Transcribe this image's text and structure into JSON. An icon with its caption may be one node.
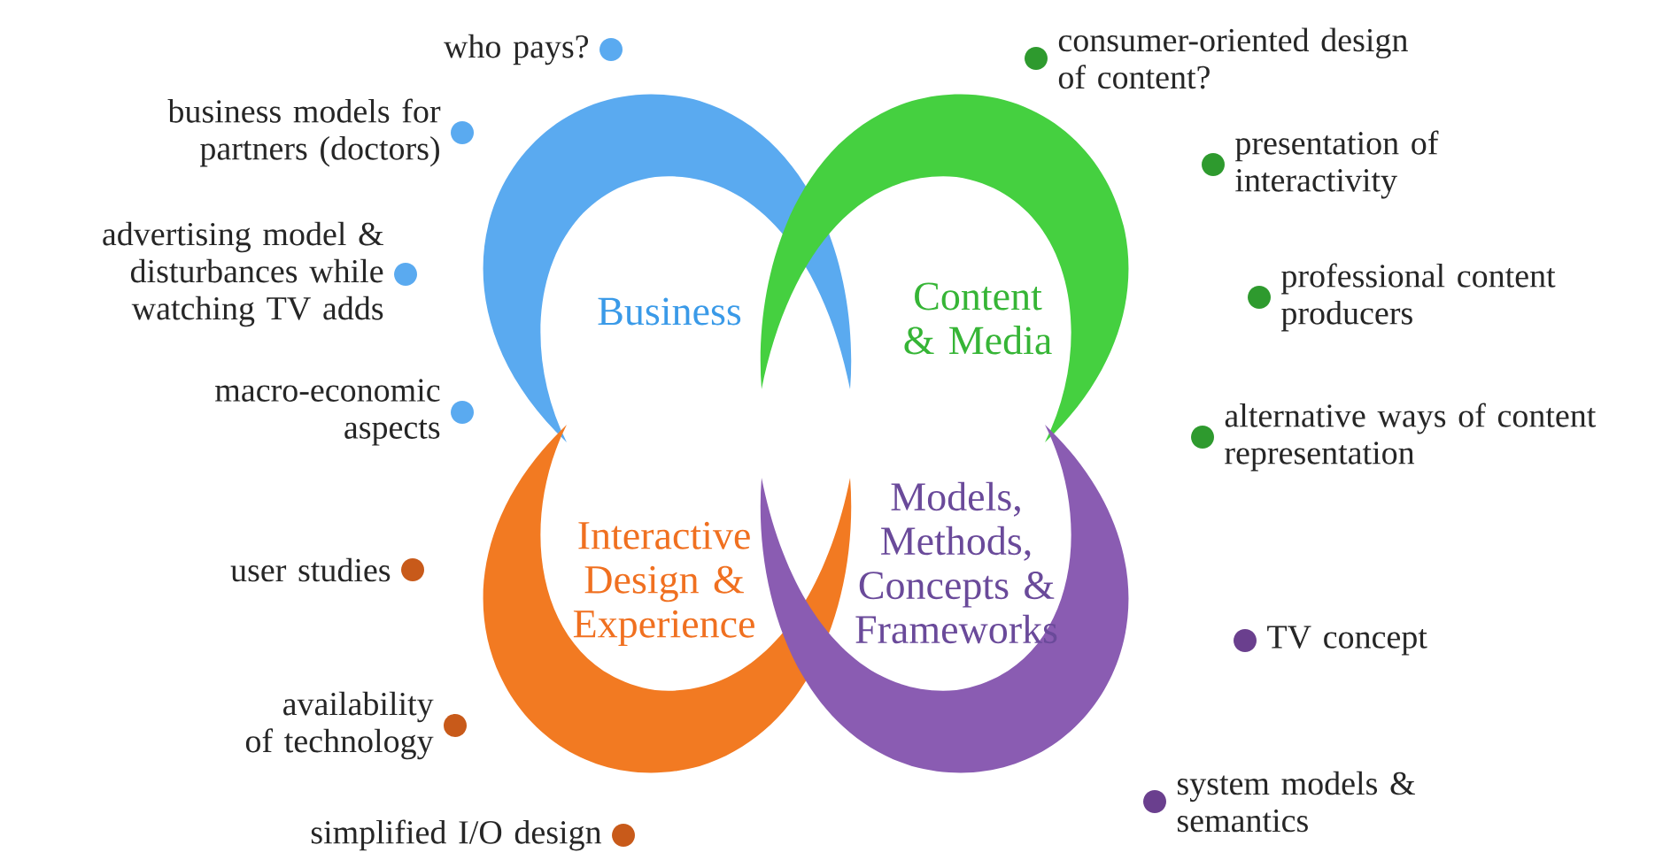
{
  "diagram": {
    "nodes": [
      {
        "text": [
          "Business"
        ]
      },
      {
        "text": [
          "Content & Media"
        ]
      },
      {
        "text": [
          "Interactive Design & Experience"
        ]
      },
      {
        "text": [
          "Models, Methods, Concepts & Frameworks"
        ]
      }
    ],
    "labels": [
      "who pays?",
      "business models for partners (doctors)",
      "advertising model & disturbances while watching TV adds",
      "macro-economic aspects",
      "consumer-oriented design of content?",
      "presentation of interactivity",
      "professional content producers",
      "alternative ways of content representation",
      "user studies",
      "availability of technology",
      "simplified I/O design",
      "TV concept",
      "system models & semantics"
    ]
  }
}
